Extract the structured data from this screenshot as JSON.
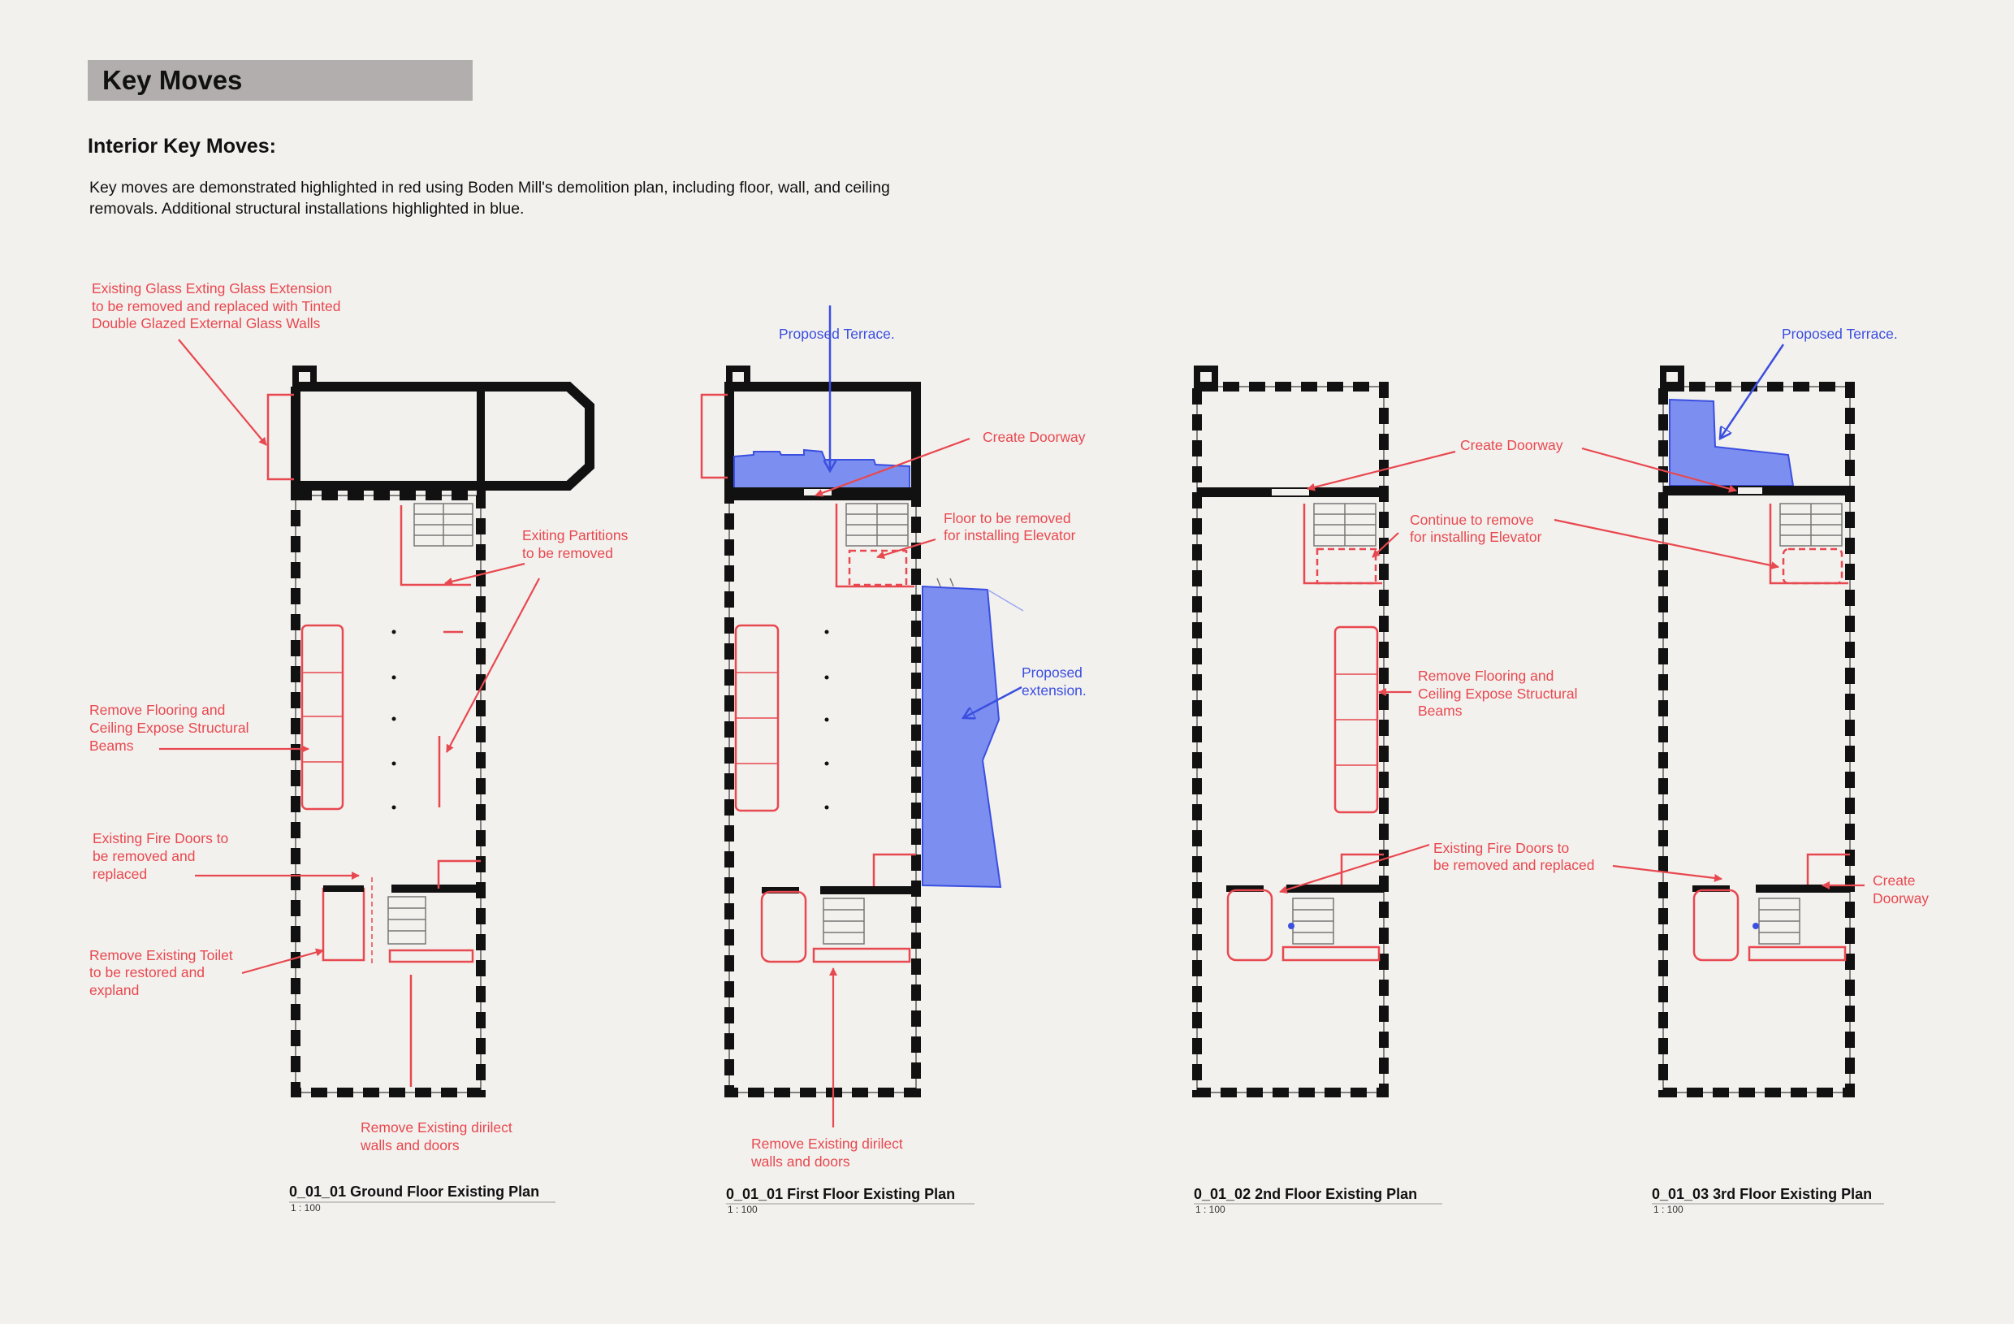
{
  "header": {
    "title": "Key Moves",
    "subtitle": "Interior Key Moves:",
    "description": "Key moves are demonstrated highlighted in red using Boden Mill's demolition plan, including floor, wall, and ceiling removals. Additional structural installations highlighted in blue."
  },
  "plans": [
    {
      "caption": "0_01_01 Ground Floor Existing Plan",
      "scale": "1 : 100"
    },
    {
      "caption": "0_01_01 First Floor Existing Plan",
      "scale": "1 : 100"
    },
    {
      "caption": "0_01_02 2nd Floor Existing Plan",
      "scale": "1 : 100"
    },
    {
      "caption": "0_01_03 3rd Floor Existing Plan",
      "scale": "1 : 100"
    }
  ],
  "annotations": {
    "ground": {
      "glass_1": "Existing Glass Exting Glass Extension",
      "glass_2": "to be removed and replaced with Tinted",
      "glass_3": "Double Glazed External Glass Walls",
      "partitions_1": "Exiting Partitions",
      "partitions_2": "to be removed",
      "flooring_1": "Remove Flooring and",
      "flooring_2": "Ceiling Expose Structural",
      "flooring_3": "Beams",
      "fire_1": "Existing Fire Doors to",
      "fire_2": "be removed and",
      "fire_3": "replaced",
      "toilet_1": "Remove Existing Toilet",
      "toilet_2": "to be restored and",
      "toilet_3": "expland",
      "walls_1": "Remove Existing dirilect",
      "walls_2": "walls and doors"
    },
    "first": {
      "terrace": "Proposed Terrace.",
      "doorway": "Create Doorway",
      "floor_1": "Floor to be removed",
      "floor_2": "for installing Elevator",
      "extension_1": "Proposed",
      "extension_2": "extension.",
      "walls_1": "Remove Existing dirilect",
      "walls_2": "walls and doors"
    },
    "second": {
      "doorway": "Create Doorway",
      "continue_1": "Continue to remove",
      "continue_2": "for installing Elevator",
      "flooring_1": "Remove Flooring and",
      "flooring_2": "Ceiling Expose Structural",
      "flooring_3": "Beams",
      "fire_1": "Existing Fire Doors to",
      "fire_2": "be removed and replaced"
    },
    "third": {
      "terrace": "Proposed Terrace.",
      "doorway_1": "Create",
      "doorway_2": "Doorway"
    }
  },
  "colors": {
    "demolition": "#e8484f",
    "proposed": "#3b4fe0",
    "proposed_fill": "#7c8ff0",
    "wall": "#111111"
  }
}
